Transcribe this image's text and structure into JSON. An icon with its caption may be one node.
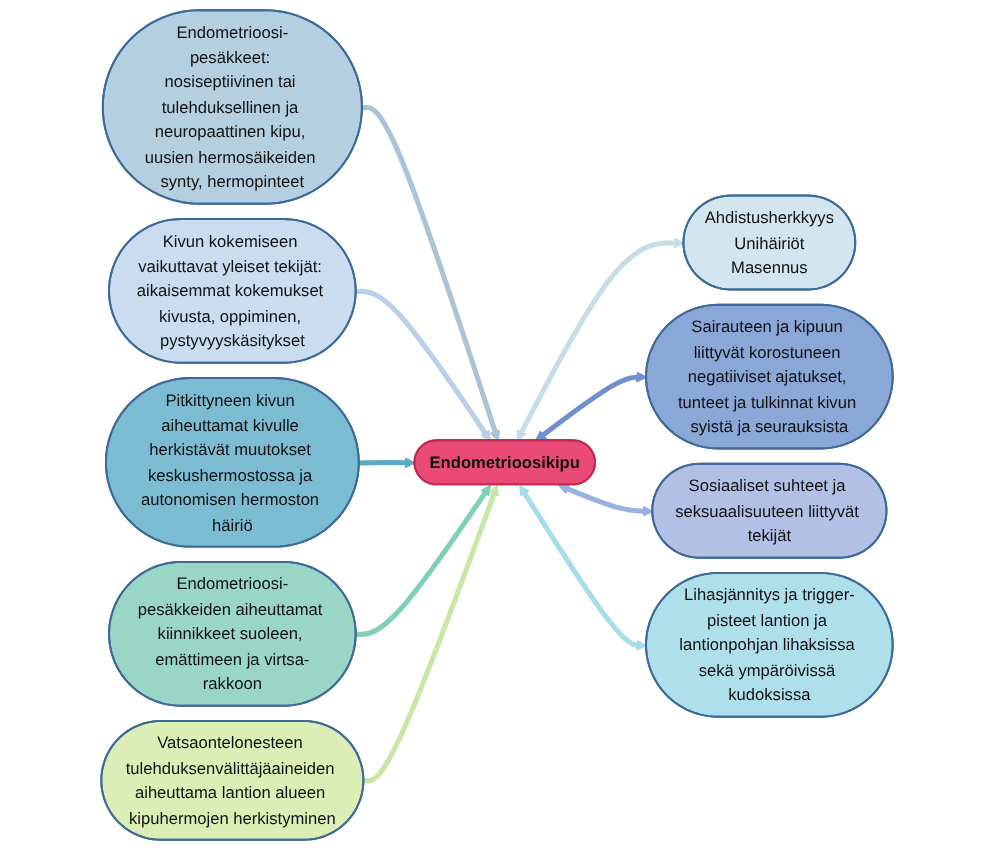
{
  "diagram": {
    "nodes": [
      {
        "text": [
          "Endometrioosikipu"
        ]
      },
      {
        "text": [
          "Endometrioosi-pesäkkeet: nosiseptiivinen tai tulehduksellinen ja neuropaattinen kipu, uusien hermosäikeiden synty, hermopinteet"
        ]
      },
      {
        "text": [
          "Ahdistusherkkyys",
          "Unihäiriöt",
          "Masennus"
        ]
      },
      {
        "text": [
          "Sairauteen ja kipuun liittyvät korostuneen negatiiviset ajatukset, tunteet ja tulkinnat kivun syistä ja seurauksista"
        ]
      },
      {
        "text": [
          "Sosiaaliset suhteet ja seksuaalisuuteen liittyvät tekijät"
        ]
      },
      {
        "text": [
          "Kivun kokemiseen vaikuttavat yleiset tekijät: aikaisemmat kokemukset kivusta, oppiminen, pystyvyyskäsitykset"
        ]
      },
      {
        "text": [
          "Pitkittyneen kivun aiheuttamat kivulle herkistävät muutokset keskushermostossa ja autonomisen hermoston häiriö"
        ]
      },
      {
        "text": [
          "Lihasjännitys ja trigger-pisteet lantion ja lantionpohjan lihaksissa sekä ympäröivissä kudoksissa"
        ]
      },
      {
        "text": [
          "Endometrioosi-pesäkkeiden aiheuttamat kiinnikkeet suoleen, emättimeen ja virtsa-rakkoon"
        ]
      },
      {
        "text": [
          "Vatsaontelonesteen tulehduksenvälittäjäaineiden aiheuttama lantion alueen kipuhermojen herkistyminen"
        ]
      }
    ],
    "edges": [
      {
        "from": 1,
        "to": 0,
        "arrow": "to",
        "color": "#a9c4d6"
      },
      {
        "from": 2,
        "to": 0,
        "arrow": "both",
        "color": "#c5dde6"
      },
      {
        "from": 3,
        "to": 0,
        "arrow": "both",
        "color": "#6f8fd0"
      },
      {
        "from": 4,
        "to": 0,
        "arrow": "both",
        "color": "#9bb0e0"
      },
      {
        "from": 5,
        "to": 0,
        "arrow": "to",
        "color": "#b8d0ea"
      },
      {
        "from": 6,
        "to": 0,
        "arrow": "to",
        "color": "#5aaac6"
      },
      {
        "from": 7,
        "to": 0,
        "arrow": "both",
        "color": "#a7dcea"
      },
      {
        "from": 8,
        "to": 0,
        "arrow": "to",
        "color": "#7fd0b4"
      },
      {
        "from": 9,
        "to": 0,
        "arrow": "to",
        "color": "#c8e6a4"
      }
    ]
  }
}
